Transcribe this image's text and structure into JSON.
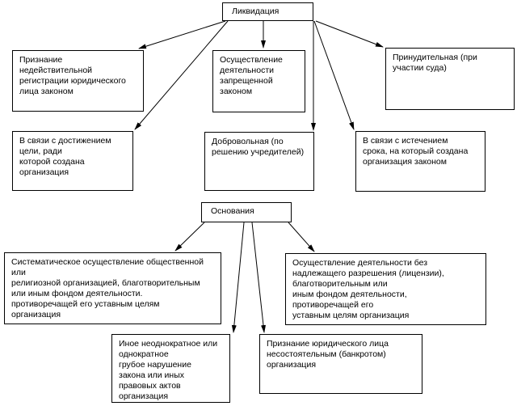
{
  "diagram": {
    "colors": {
      "border": "#000000",
      "background": "#ffffff",
      "text": "#000000"
    },
    "nodes": {
      "liquidation": {
        "label": "Ликвидация"
      },
      "invalid_registration": {
        "lines": [
          "Признание",
          "недействительной",
          "регистрации юридического",
          "лица законом"
        ]
      },
      "prohibited_activity": {
        "lines": [
          "Осуществление",
          "деятельности",
          "запрещенной",
          "законом"
        ]
      },
      "compulsory": {
        "lines": [
          "Принудительная (при",
          "участии суда)"
        ]
      },
      "goal_achieved": {
        "lines": [
          "В связи с достижением",
          "цели, ради",
          "которой создана",
          "организация"
        ]
      },
      "voluntary": {
        "lines": [
          "Добровольная (по",
          "решению учредителей)"
        ]
      },
      "term_expired": {
        "lines": [
          "В связи с истечением",
          "срока, на который создана",
          "организация законом"
        ]
      },
      "grounds": {
        "label": "Основания"
      },
      "systematic_activity": {
        "lines": [
          "Систематическое осуществление общественной",
          "или",
          "религиозной организацией, благотворительным",
          "или иным фондом деятельности.",
          "противоречащей его уставным целям",
          "организация"
        ]
      },
      "no_license": {
        "lines": [
          "Осуществление деятельности без",
          "надлежащего разрешения (лицензии),",
          "благотворительным или",
          "иным фондом деятельности,",
          "противоречащей его",
          "уставным целям организация"
        ]
      },
      "other_violation": {
        "lines": [
          "Иное неоднократное или",
          "однократное",
          "грубое нарушение",
          "закона или иных",
          "правовых актов",
          "организация"
        ]
      },
      "bankruptcy": {
        "lines": [
          "Признание юридического лица",
          "несостоятельным (банкротом)",
          "организация"
        ]
      }
    }
  }
}
